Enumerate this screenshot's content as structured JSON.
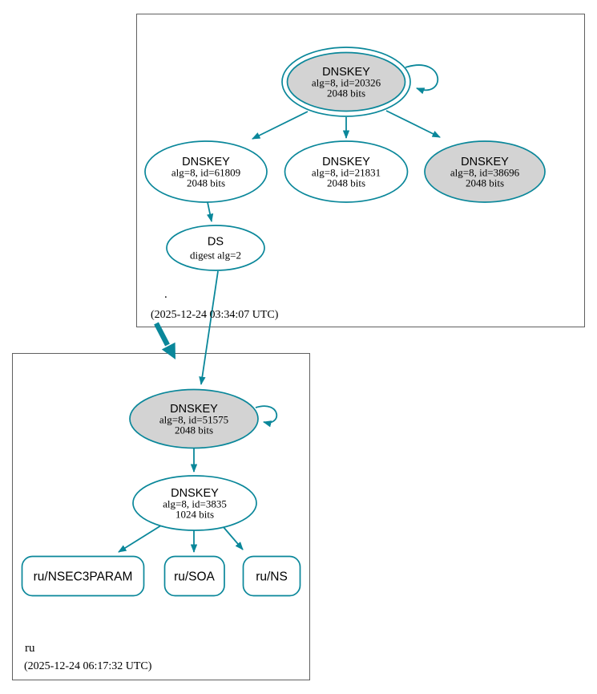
{
  "colors": {
    "secure": "#0a879a",
    "ksk_fill": "#d3d3d3",
    "node_fill": "#ffffff",
    "box_border": "#606060",
    "background": "#ffffff",
    "text": "#000000"
  },
  "zones": {
    "root": {
      "label": ".",
      "timestamp": "(2025-12-24 03:34:07 UTC)",
      "nodes": {
        "ksk_20326": {
          "title": "DNSKEY",
          "detail": "alg=8, id=20326",
          "bits": "2048 bits"
        },
        "zsk_61809": {
          "title": "DNSKEY",
          "detail": "alg=8, id=61809",
          "bits": "2048 bits"
        },
        "zsk_21831": {
          "title": "DNSKEY",
          "detail": "alg=8, id=21831",
          "bits": "2048 bits"
        },
        "ksk_38696": {
          "title": "DNSKEY",
          "detail": "alg=8, id=38696",
          "bits": "2048 bits"
        },
        "ds": {
          "title": "DS",
          "detail": "digest alg=2"
        }
      }
    },
    "ru": {
      "label": "ru",
      "timestamp": "(2025-12-24 06:17:32 UTC)",
      "nodes": {
        "ksk_51575": {
          "title": "DNSKEY",
          "detail": "alg=8, id=51575",
          "bits": "2048 bits"
        },
        "zsk_3835": {
          "title": "DNSKEY",
          "detail": "alg=8, id=3835",
          "bits": "1024 bits"
        },
        "rrset_nsec3param": {
          "label": "ru/NSEC3PARAM"
        },
        "rrset_soa": {
          "label": "ru/SOA"
        },
        "rrset_ns": {
          "label": "ru/NS"
        }
      }
    }
  }
}
